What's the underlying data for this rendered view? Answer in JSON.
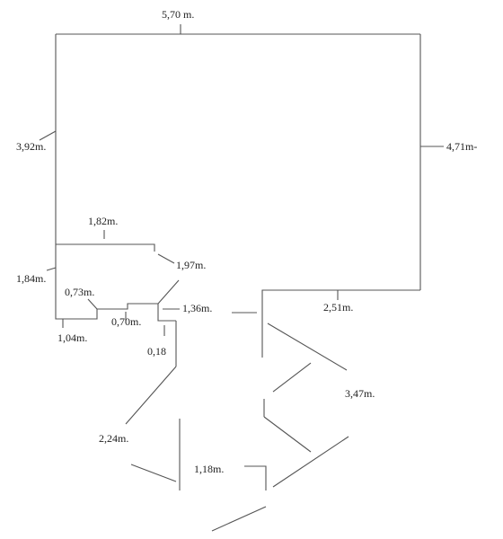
{
  "colors": {
    "line": "#555555",
    "text": "#222222",
    "background": "#ffffff"
  },
  "dimensions": {
    "top_width": "5,70 m.",
    "left_upper": "3,92m.",
    "right_side": "4,71m-",
    "inner_top": "1,82m.",
    "left_lower": "1,84m.",
    "diagonal": "1,97m.",
    "step_a": "0,73m.",
    "step_b": "1,36m.",
    "step_c": "0,70m.",
    "bottom_right_top": "2,51m.",
    "bottom_left": "1,04m.",
    "small_gap": "0,18",
    "long_diag_right": "3,47m.",
    "long_diag_left": "2,24m.",
    "bottom_mid": "1,18m."
  }
}
